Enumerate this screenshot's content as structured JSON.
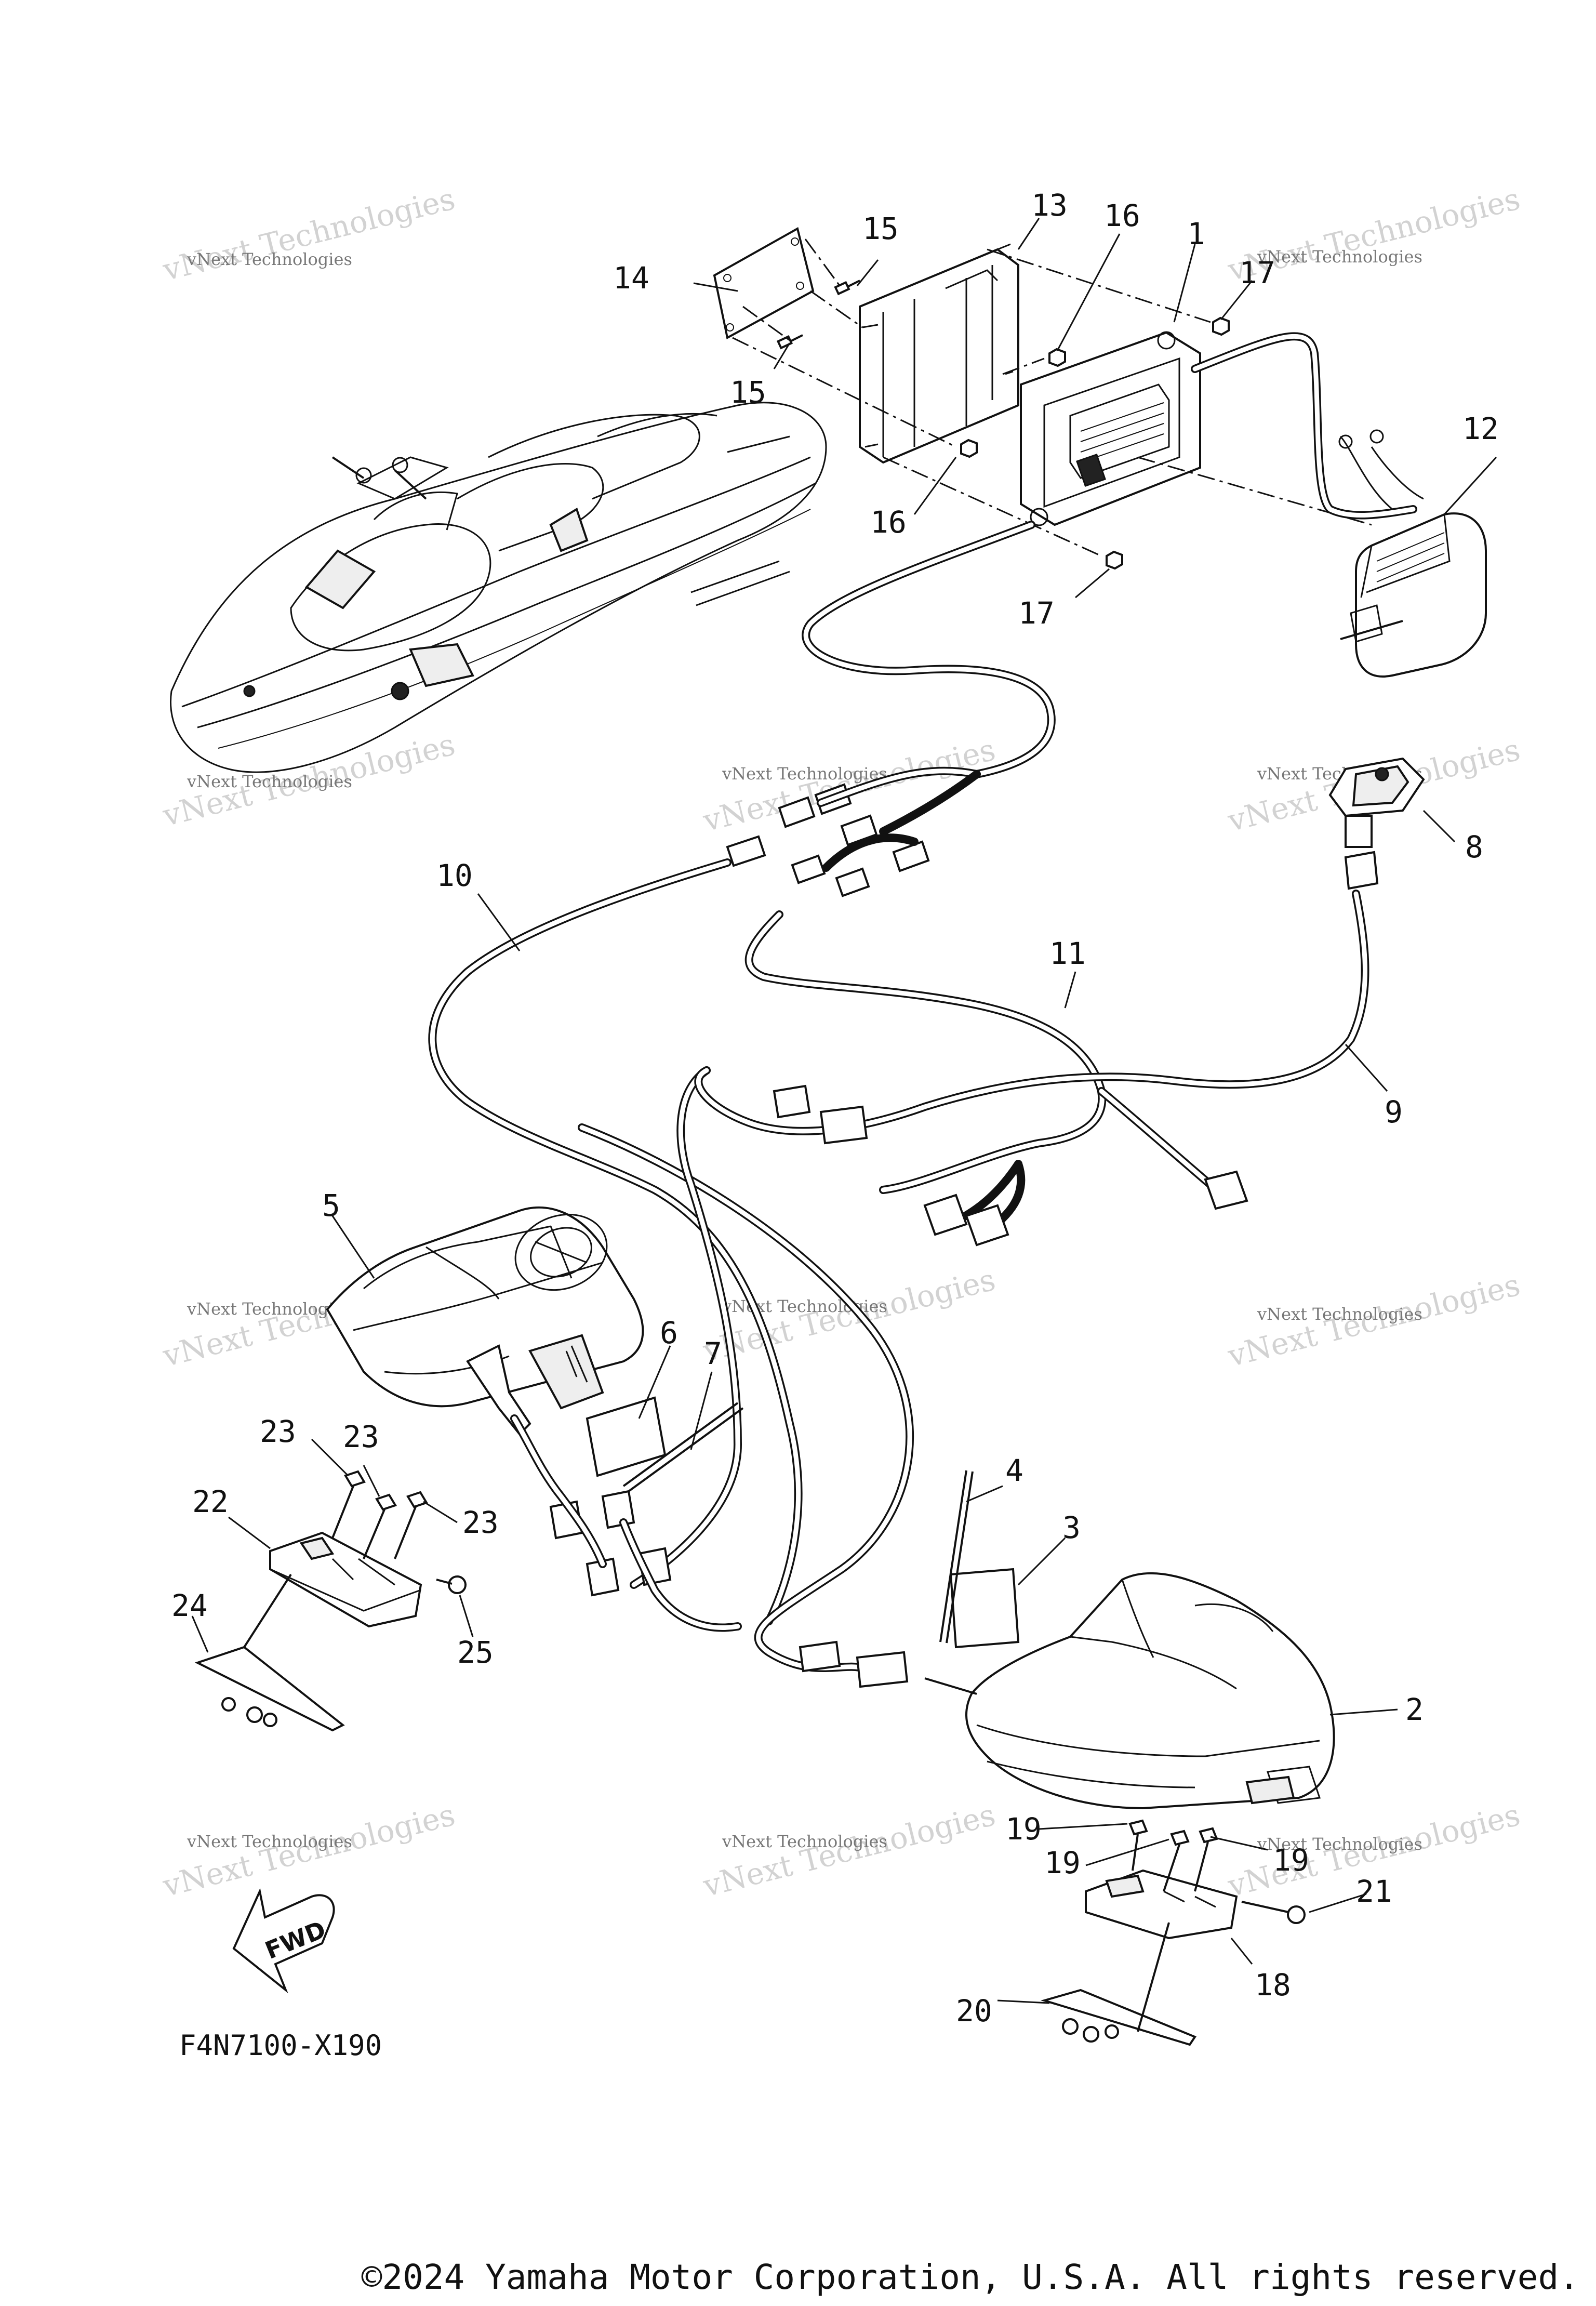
{
  "diagram": {
    "figure_id": "F4N7100-X190",
    "copyright": "©2024 Yamaha Motor Corporation, U.S.A. All rights reserved.",
    "fwd_label": "FWD",
    "watermark": {
      "line1": "vNext Technologies",
      "line2": "vNext Technologies"
    },
    "callouts": {
      "c1": "1",
      "c2": "2",
      "c3": "3",
      "c4": "4",
      "c5": "5",
      "c6": "6",
      "c7": "7",
      "c8": "8",
      "c9": "9",
      "c10": "10",
      "c11": "11",
      "c12": "12",
      "c13": "13",
      "c14": "14",
      "c15a": "15",
      "c15b": "15",
      "c16a": "16",
      "c16b": "16",
      "c17a": "17",
      "c17b": "17",
      "c18": "18",
      "c19a": "19",
      "c19b": "19",
      "c19c": "19",
      "c20": "20",
      "c21": "21",
      "c22": "22",
      "c23a": "23",
      "c23b": "23",
      "c23c": "23",
      "c24": "24",
      "c25": "25"
    }
  }
}
